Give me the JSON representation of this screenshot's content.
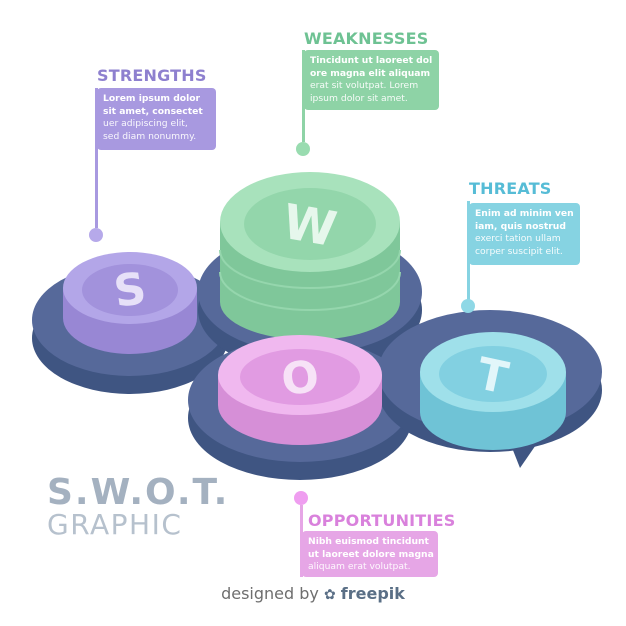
{
  "strengths": {
    "heading": "STRENGTHS",
    "letter": "S",
    "text_lines": [
      "Lorem ipsum dolor",
      "sit amet, consectet",
      "uer adipiscing elit,",
      "sed diam nonummy."
    ]
  },
  "weaknesses": {
    "heading": "WEAKNESSES",
    "letter": "W",
    "text_lines": [
      "Tincidunt ut laoreet dol",
      "ore magna  elit aliquam",
      "erat sit volutpat. Lorem",
      "ipsum dolor sit amet."
    ]
  },
  "opportunities": {
    "heading": "OPPORTUNITIES",
    "letter": "O",
    "text_lines": [
      "Nibh euismod tincidunt",
      "ut laoreet dolore magna",
      "aliquam erat volutpat."
    ]
  },
  "threats": {
    "heading": "THREATS",
    "letter": "T",
    "text_lines": [
      "Enim ad minim ven",
      "iam, quis nostrud",
      "exerci tation ullam",
      "corper suscipit elit."
    ]
  },
  "title": {
    "line1": "S.W.O.T.",
    "line2": "GRAPHIC"
  },
  "footer": {
    "prefix": "designed by",
    "brand": "freepik"
  },
  "colors": {
    "purple": "#a899e0",
    "purple_label": "#8e80cf",
    "green": "#8ed3a6",
    "green_label": "#6ec293",
    "pink": "#e6a6e6",
    "pink_label": "#d981dc",
    "cyan": "#86d3e2",
    "cyan_label": "#56bcd6",
    "base": "#4d6490"
  }
}
